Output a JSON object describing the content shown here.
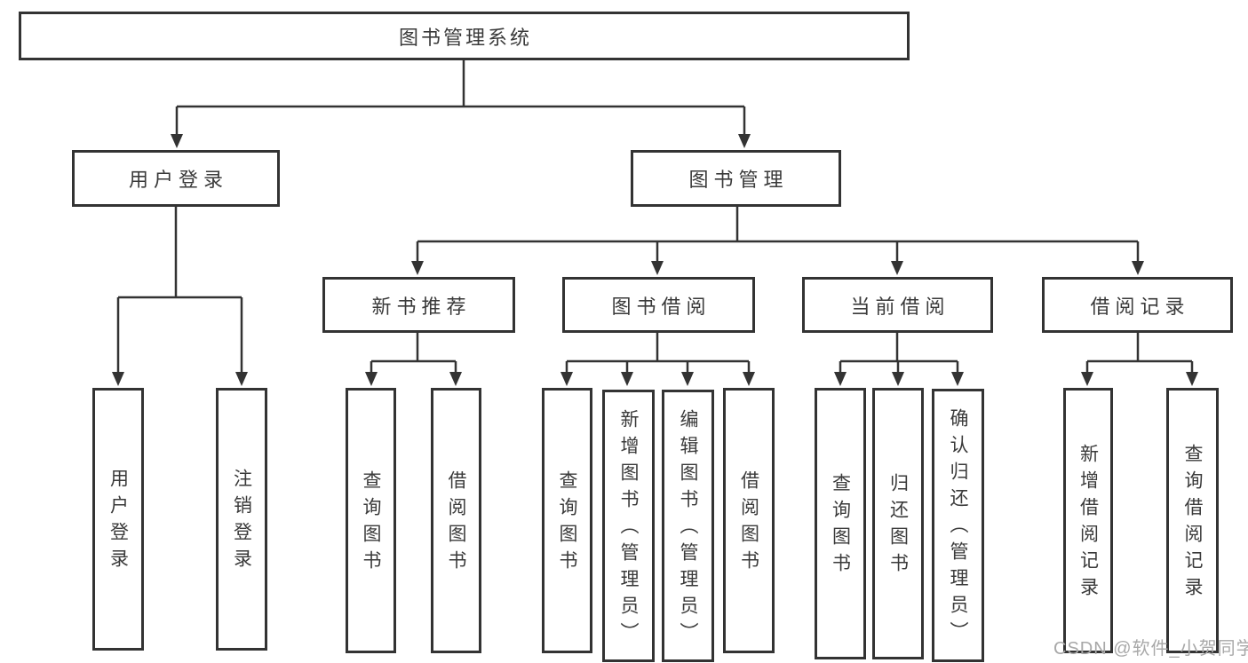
{
  "tree": {
    "label": "图书管理系统",
    "children": [
      {
        "label": "用户登录",
        "children": [
          {
            "label": "用户登录"
          },
          {
            "label": "注销登录"
          }
        ]
      },
      {
        "label": "图书管理",
        "children": [
          {
            "label": "新书推荐",
            "children": [
              {
                "label": "查询图书"
              },
              {
                "label": "借阅图书"
              }
            ]
          },
          {
            "label": "图书借阅",
            "children": [
              {
                "label": "查询图书"
              },
              {
                "label": "新增图书（管理员）"
              },
              {
                "label": "编辑图书（管理员）"
              },
              {
                "label": "借阅图书"
              }
            ]
          },
          {
            "label": "当前借阅",
            "children": [
              {
                "label": "查询图书"
              },
              {
                "label": "归还图书"
              },
              {
                "label": "确认归还（管理员）"
              }
            ]
          },
          {
            "label": "借阅记录",
            "children": [
              {
                "label": "新增借阅记录"
              },
              {
                "label": "查询借阅记录"
              }
            ]
          }
        ]
      }
    ]
  },
  "watermark": {
    "text": "CSDN @软件_小贺同学"
  },
  "colors": {
    "line": "#333333",
    "text": "#3a3a3a",
    "watermark": "#a8a8a8",
    "bg": "#ffffff"
  }
}
